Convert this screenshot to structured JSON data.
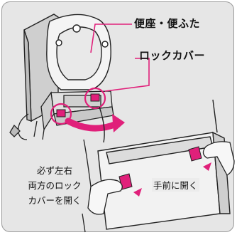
{
  "labels": {
    "seat_and_lid": "便座・便ふた",
    "lock_cover": "ロックカバー",
    "instruction_left": [
      "必ず左右",
      "両方のロック",
      "カバーを開く"
    ],
    "instruction_open_front": "手前に開く"
  },
  "colors": {
    "frame_background": "#e6e6e6",
    "accent_magenta": "#e0207a",
    "line_art": "#222222"
  }
}
